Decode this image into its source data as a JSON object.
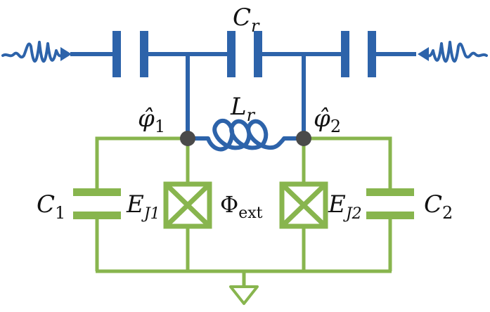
{
  "colors": {
    "blue": "#2d63aa",
    "green": "#88b54e",
    "node": "#4a4a4a",
    "text": "#111111"
  },
  "labels": {
    "cr": {
      "main": "C",
      "sub": "r"
    },
    "lr": {
      "main": "L",
      "sub": "r"
    },
    "phi1": {
      "main": "φ̂",
      "sub": "1"
    },
    "phi2": {
      "main": "φ̂",
      "sub": "2"
    },
    "c1": {
      "main": "C",
      "sub": "1"
    },
    "c2": {
      "main": "C",
      "sub": "2"
    },
    "ej1": {
      "main": "E",
      "sub": "J1"
    },
    "ej2": {
      "main": "E",
      "sub": "J2"
    },
    "phiext": {
      "main": "Φ",
      "sub": "ext"
    }
  },
  "icons": {
    "left_input": "wave-arrow-right-icon",
    "right_input": "wave-arrow-left-icon",
    "ground": "ground-icon",
    "josephson": "josephson-junction-icon",
    "inductor": "inductor-coil-icon"
  }
}
